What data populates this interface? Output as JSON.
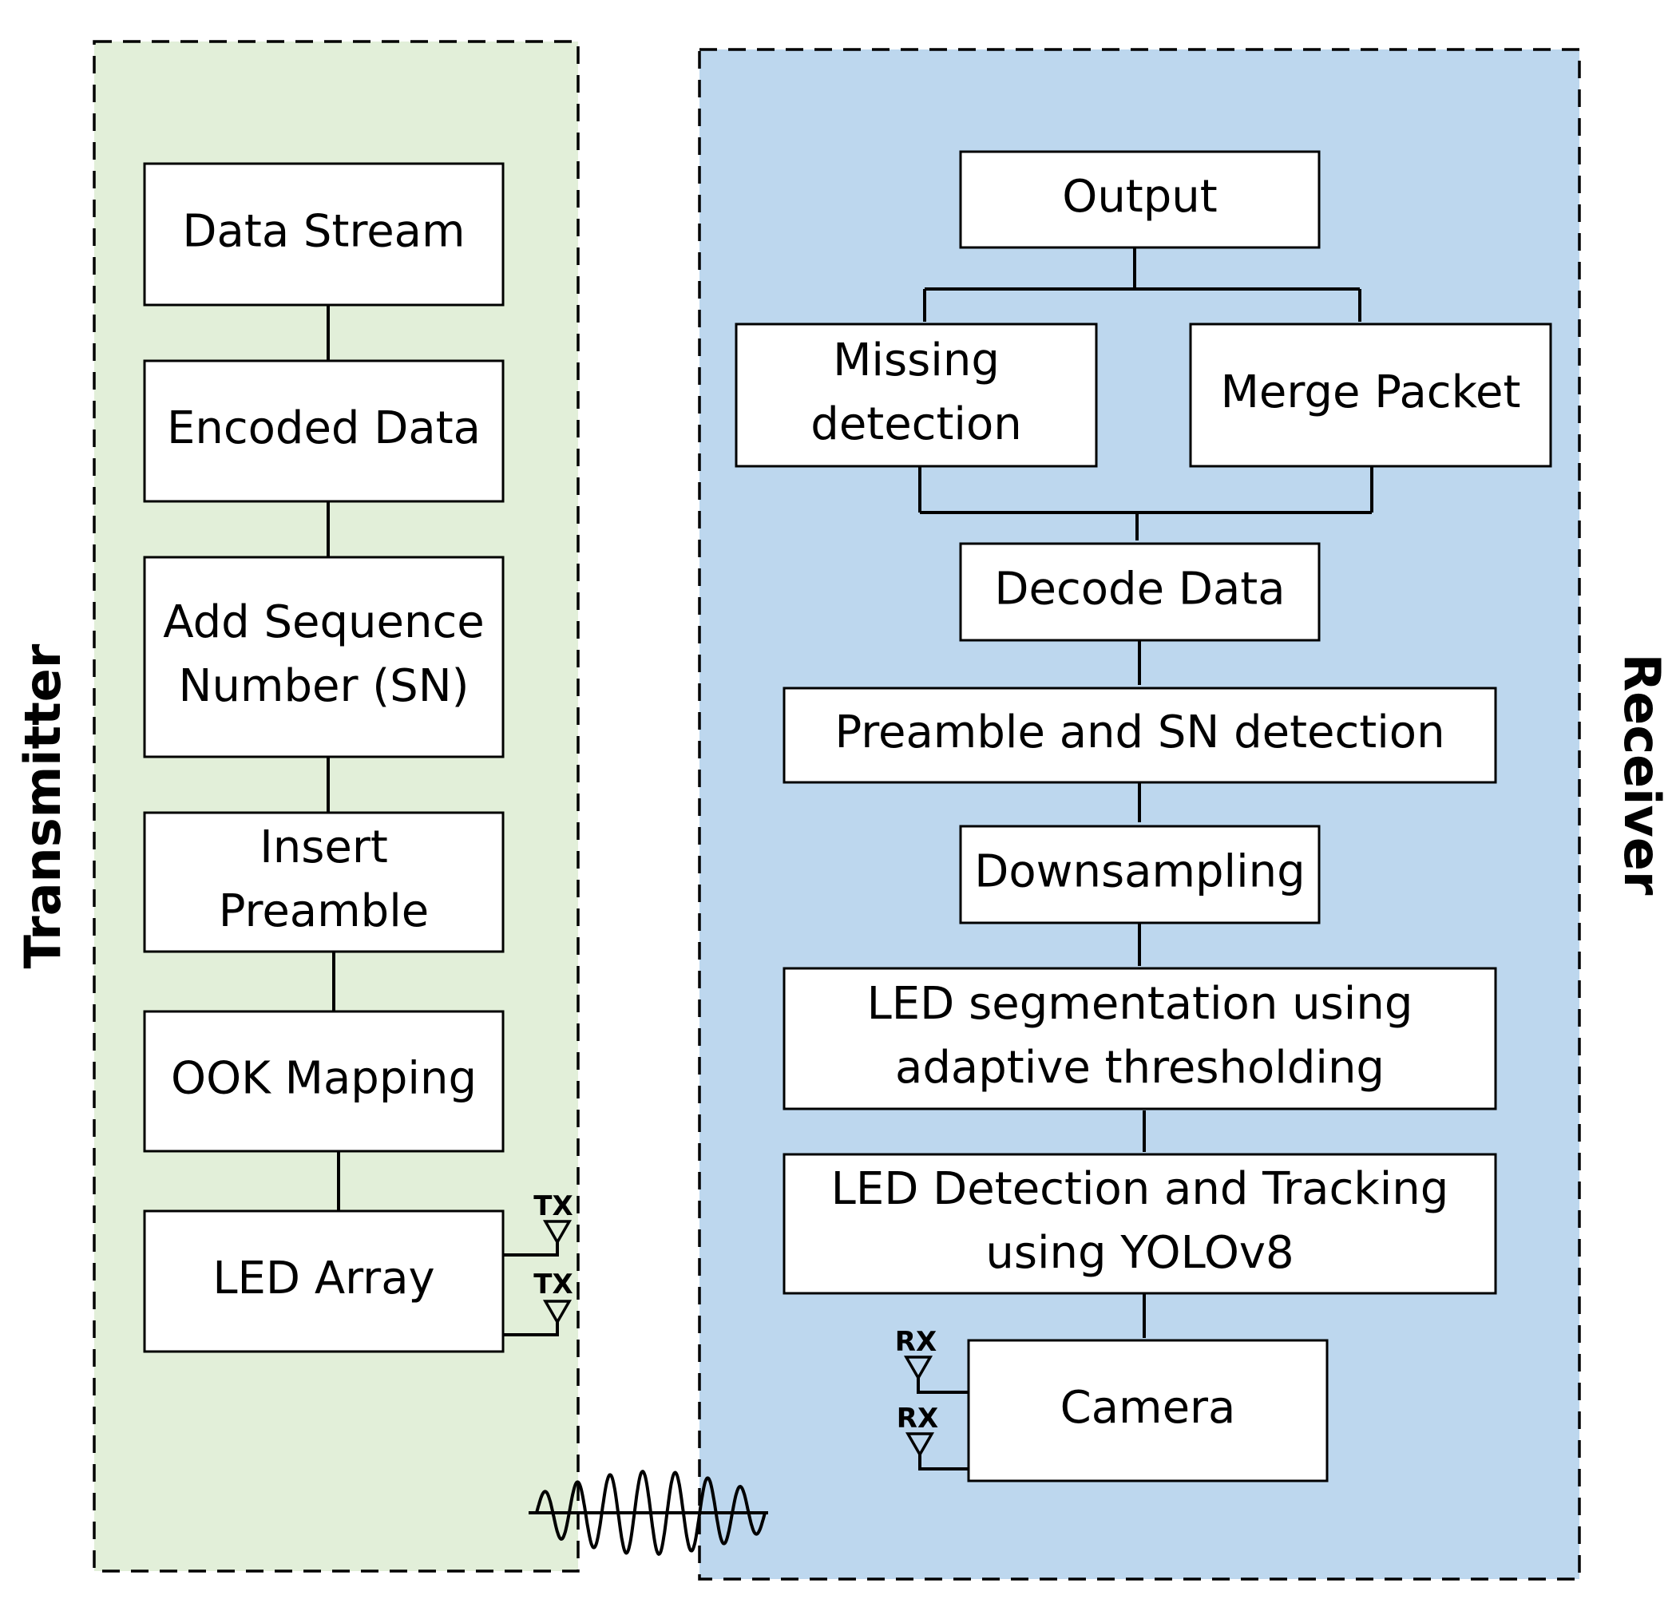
{
  "transmitter": {
    "title": "Transmitter",
    "colors": {
      "panel": "#e2efd9"
    },
    "blocks": [
      {
        "id": "data-stream",
        "lines": [
          "Data Stream"
        ]
      },
      {
        "id": "encoded-data",
        "lines": [
          "Encoded Data"
        ]
      },
      {
        "id": "add-sequence-number",
        "lines": [
          "Add Sequence",
          "Number (SN)"
        ]
      },
      {
        "id": "insert-preamble",
        "lines": [
          "Insert",
          "Preamble"
        ]
      },
      {
        "id": "ook-mapping",
        "lines": [
          "OOK Mapping"
        ]
      },
      {
        "id": "led-array",
        "lines": [
          "LED Array"
        ]
      }
    ],
    "antenna_label": "TX"
  },
  "receiver": {
    "title": "Receiver",
    "colors": {
      "panel": "#bdd7ee"
    },
    "blocks": [
      {
        "id": "output",
        "lines": [
          "Output"
        ]
      },
      {
        "id": "missing-detection",
        "lines": [
          "Missing",
          "detection"
        ]
      },
      {
        "id": "merge-packet",
        "lines": [
          "Merge Packet"
        ]
      },
      {
        "id": "decode-data",
        "lines": [
          "Decode Data"
        ]
      },
      {
        "id": "preamble-sn-detection",
        "lines": [
          "Preamble and SN detection"
        ]
      },
      {
        "id": "downsampling",
        "lines": [
          "Downsampling"
        ]
      },
      {
        "id": "led-segmentation",
        "lines": [
          "LED segmentation using",
          "adaptive thresholding"
        ]
      },
      {
        "id": "led-detection-tracking",
        "lines": [
          "LED Detection and Tracking",
          "using YOLOv8"
        ]
      },
      {
        "id": "camera",
        "lines": [
          "Camera"
        ]
      }
    ],
    "antenna_label": "RX"
  }
}
